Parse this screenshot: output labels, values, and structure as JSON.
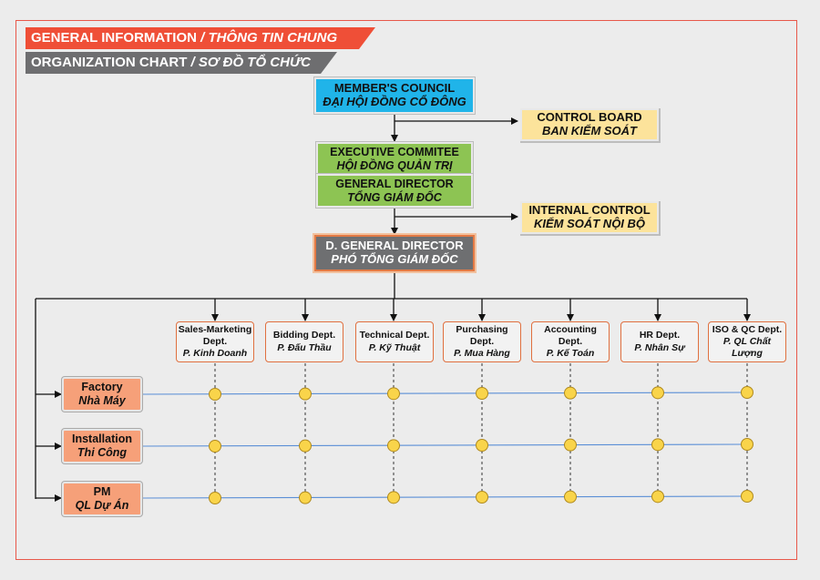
{
  "banner": {
    "general": {
      "en": "GENERAL INFORMATION",
      "sep": " / ",
      "vi": "THÔNG TIN CHUNG"
    },
    "org": {
      "en": "ORGANIZATION CHART",
      "sep": " / ",
      "vi": "SƠ ĐỒ TỔ CHỨC"
    }
  },
  "nodes": {
    "council": {
      "en": "MEMBER'S COUNCIL",
      "vi": "ĐẠI HỘI ĐỒNG CỔ ĐÔNG"
    },
    "control_board": {
      "en": "CONTROL BOARD",
      "vi": "BAN KIỂM SOÁT"
    },
    "executive": {
      "en": "EXECUTIVE COMMITEE",
      "vi": "HỘI ĐỒNG QUẢN TRỊ"
    },
    "general_director": {
      "en": "GENERAL DIRECTOR",
      "vi": "TỔNG GIÁM ĐỐC"
    },
    "internal_control": {
      "en": "INTERNAL CONTROL",
      "vi": "KIỂM SOÁT NỘI BỘ"
    },
    "deputy_director": {
      "en": "D. GENERAL DIRECTOR",
      "vi": "PHÓ TỔNG GIÁM ĐỐC"
    }
  },
  "departments": [
    {
      "en": "Sales-Marketing Dept.",
      "vi": "P. Kinh Doanh"
    },
    {
      "en": "Bidding Dept.",
      "vi": "P. Đấu Thầu"
    },
    {
      "en": "Technical Dept.",
      "vi": "P. Kỹ Thuật"
    },
    {
      "en": "Purchasing Dept.",
      "vi": "P. Mua Hàng"
    },
    {
      "en": "Accounting Dept.",
      "vi": "P. Kế Toán"
    },
    {
      "en": "HR Dept.",
      "vi": "P. Nhân Sự"
    },
    {
      "en": "ISO & QC Dept.",
      "vi": "P. QL Chất Lượng"
    }
  ],
  "units": [
    {
      "en": "Factory",
      "vi": "Nhà Máy"
    },
    {
      "en": "Installation",
      "vi": "Thi Công"
    },
    {
      "en": "PM",
      "vi": "QL Dự Án"
    }
  ],
  "colors": {
    "accent": "#ef4f37",
    "banner_gray": "#6e6e70",
    "council": "#20b4e9",
    "green": "#8dc453",
    "yellow": "#fce39b",
    "unit": "#f6a079",
    "node_dot": "#f9d44a",
    "matrix_line": "#5b8fd6"
  }
}
